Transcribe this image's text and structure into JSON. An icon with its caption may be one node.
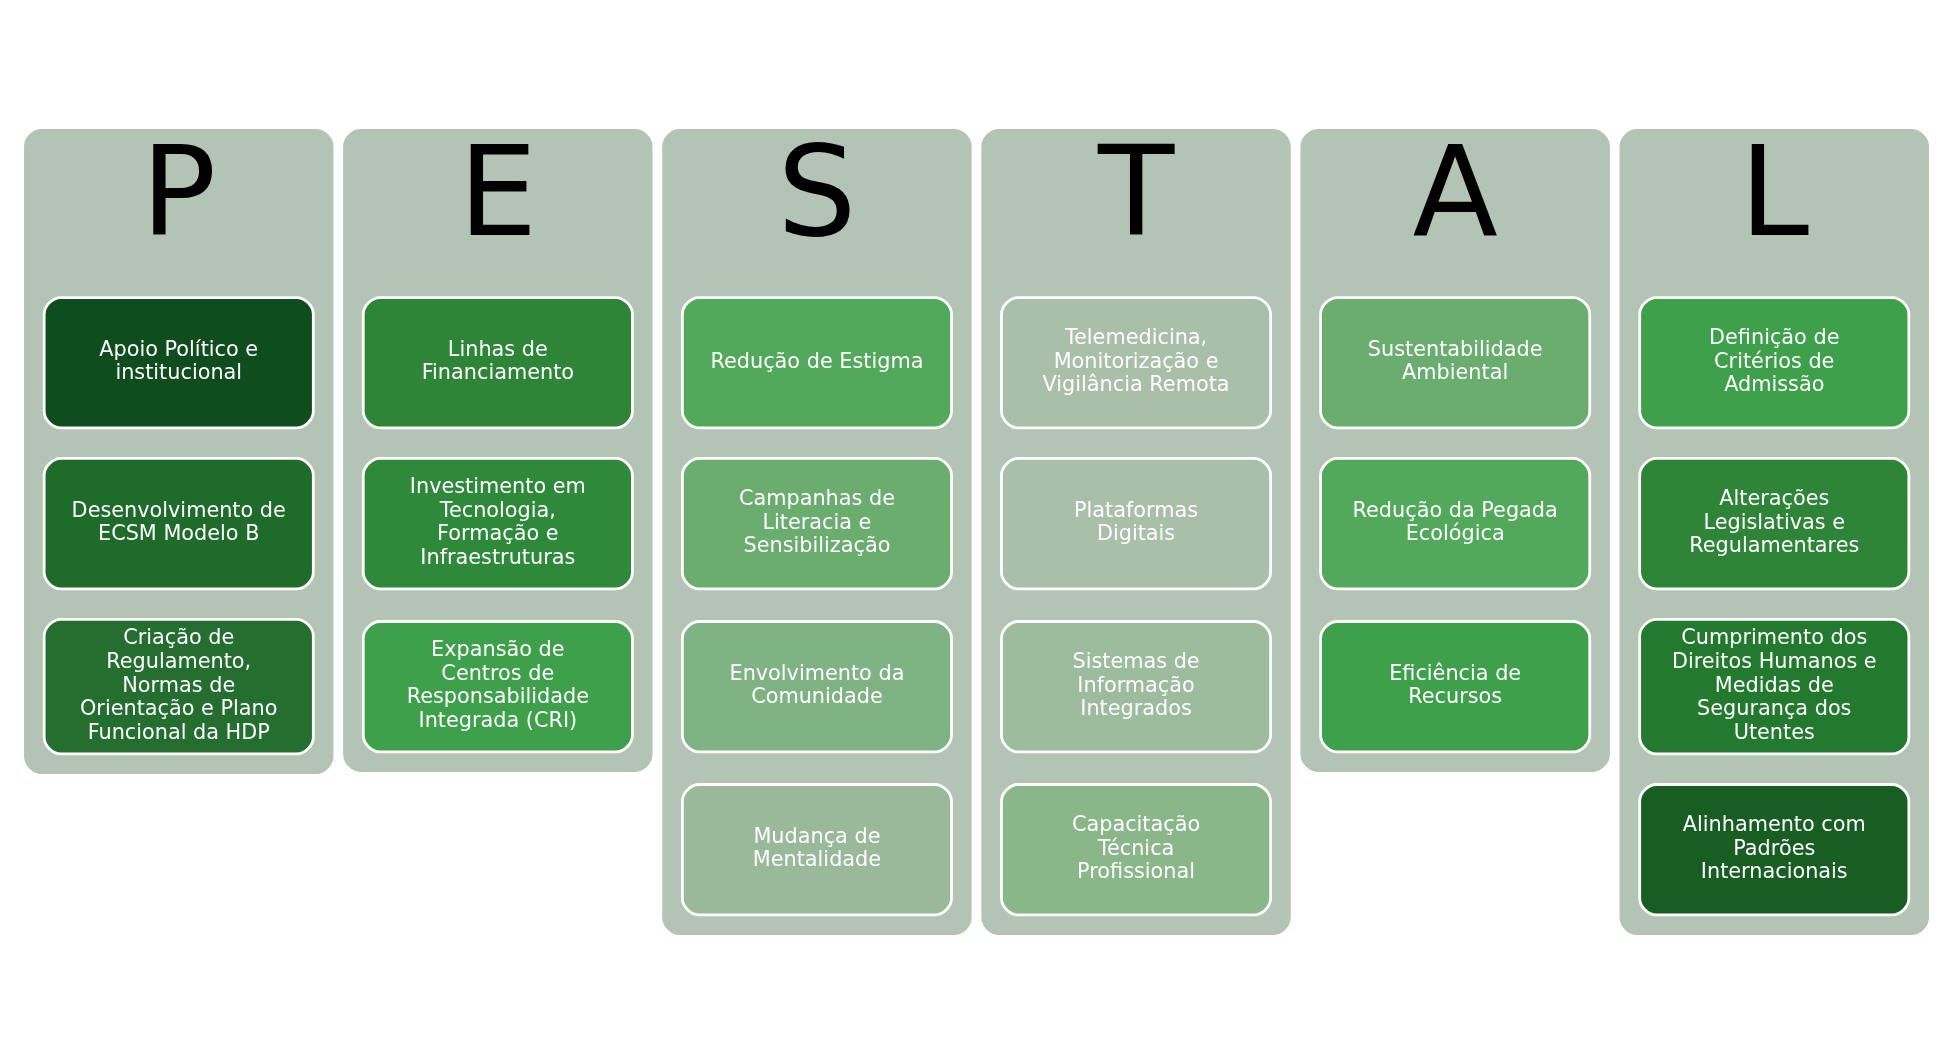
{
  "diagram": {
    "nodes": [
      {
        "text": [
          "P"
        ]
      },
      {
        "text": [
          "Apoio Político e institucional"
        ],
        "in": 0
      },
      {
        "text": [
          "Desenvolvimento de ECSM Modelo B"
        ],
        "in": 0
      },
      {
        "text": [
          "Criação de Regulamento, Normas de Orientação e Plano Funcional da HDP"
        ],
        "in": 0
      },
      {
        "text": [
          "E"
        ]
      },
      {
        "text": [
          "Linhas de Financiamento"
        ],
        "in": 4
      },
      {
        "text": [
          "Investimento em Tecnologia, Formação e Infraestruturas"
        ],
        "in": 4
      },
      {
        "text": [
          "Expansão de Centros de Responsabilidade Integrada (CRI)"
        ],
        "in": 4
      },
      {
        "text": [
          "S"
        ]
      },
      {
        "text": [
          "Redução de Estigma"
        ],
        "in": 8
      },
      {
        "text": [
          "Campanhas de Literacia e Sensibilização"
        ],
        "in": 8
      },
      {
        "text": [
          "Envolvimento da Comunidade"
        ],
        "in": 8
      },
      {
        "text": [
          "Mudança de Mentalidade"
        ],
        "in": 8
      },
      {
        "text": [
          "T"
        ]
      },
      {
        "text": [
          "Telemedicina, Monitorização e Vigilância Remota"
        ],
        "in": 13
      },
      {
        "text": [
          "Plataformas Digitais"
        ],
        "in": 13
      },
      {
        "text": [
          "Sistemas de Informação Integrados"
        ],
        "in": 13
      },
      {
        "text": [
          "Capacitação Técnica Profissional"
        ],
        "in": 13
      },
      {
        "text": [
          "A"
        ]
      },
      {
        "text": [
          "Sustentabilidade Ambiental"
        ],
        "in": 18
      },
      {
        "text": [
          "Redução da Pegada Ecológica"
        ],
        "in": 18
      },
      {
        "text": [
          "Eficiência de Recursos"
        ],
        "in": 18
      },
      {
        "text": [
          "L"
        ]
      },
      {
        "text": [
          "Definição de Critérios de Admissão"
        ],
        "in": 22
      },
      {
        "text": [
          "Alterações Legislativas e Regulamentares"
        ],
        "in": 22
      },
      {
        "text": [
          "Cumprimento dos Direitos Humanos e Medidas de Segurança dos Utentes"
        ],
        "in": 22
      },
      {
        "text": [
          "Alinhamento com Padrões Internacionais"
        ],
        "in": 22
      }
    ],
    "edges": []
  }
}
